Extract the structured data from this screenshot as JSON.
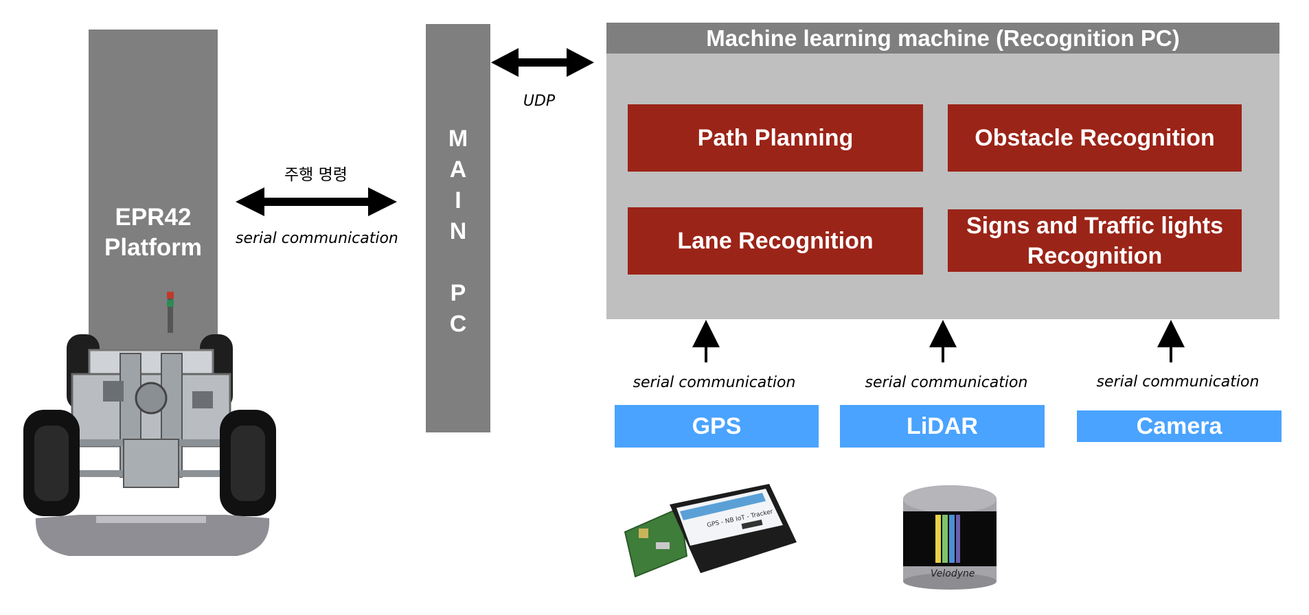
{
  "epr42": {
    "line1": "EPR42",
    "line2": "Platform"
  },
  "main_pc": {
    "letters_top": [
      "M",
      "A",
      "I",
      "N"
    ],
    "letters_bottom": [
      "P",
      "C"
    ]
  },
  "link_main_to_platform": {
    "label_top": "주행 명령",
    "label_bottom": "serial communication"
  },
  "link_main_to_ml": {
    "label": "UDP"
  },
  "ml_machine": {
    "title": "Machine learning machine (Recognition PC)",
    "modules": {
      "path_planning": "Path Planning",
      "obstacle": "Obstacle Recognition",
      "lane": "Lane Recognition",
      "signs_line1": "Signs and Traffic lights",
      "signs_line2": "Recognition"
    }
  },
  "sensors": {
    "gps": {
      "name": "GPS",
      "link_label": "serial communication"
    },
    "lidar": {
      "name": "LiDAR",
      "link_label": "serial communication"
    },
    "camera": {
      "name": "Camera",
      "link_label": "serial communication"
    }
  },
  "photos": {
    "gps_device_text": "GPS - NB IoT - Tracker",
    "lidar_brand": "Velodyne"
  },
  "colors": {
    "column_gray": "#7f7f7f",
    "panel_gray": "#bfbfbf",
    "module_red": "#9b2418",
    "sensor_blue": "#4aa3ff"
  }
}
